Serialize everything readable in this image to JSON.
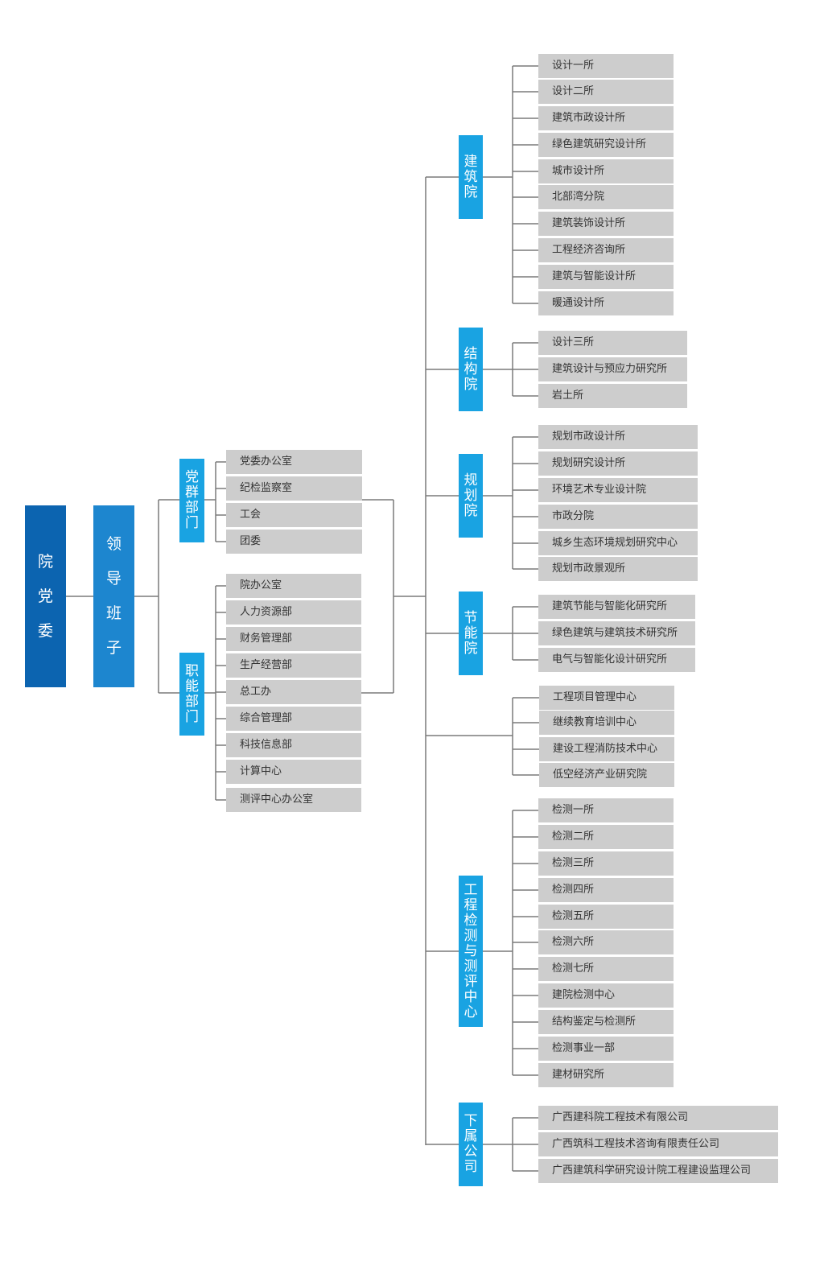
{
  "colors": {
    "dark_blue": "#0c64b0",
    "mid_blue": "#1d86cf",
    "light_blue": "#19a3e2",
    "item_bg": "#cdcdcd",
    "line": "#7a7a7a"
  },
  "root": "院党委",
  "leadership": "领导班子",
  "party_group": {
    "title": "党群部门",
    "items": [
      "党委办公室",
      "纪检监察室",
      "工会",
      "团委"
    ]
  },
  "functional": {
    "title": "职能部门",
    "items": [
      "院办公室",
      "人力资源部",
      "财务管理部",
      "生产经营部",
      "总工办",
      "综合管理部",
      "科技信息部",
      "计算中心",
      "测评中心办公室"
    ]
  },
  "branches": [
    {
      "title": "建筑院",
      "items": [
        "设计一所",
        "设计二所",
        "建筑市政设计所",
        "绿色建筑研究设计所",
        "城市设计所",
        "北部湾分院",
        "建筑装饰设计所",
        "工程经济咨询所",
        "建筑与智能设计所",
        "暖通设计所"
      ]
    },
    {
      "title": "结构院",
      "items": [
        "设计三所",
        "建筑设计与预应力研究所",
        "岩土所"
      ]
    },
    {
      "title": "规划院",
      "items": [
        "规划市政设计所",
        "规划研究设计所",
        "环境艺术专业设计院",
        "市政分院",
        "城乡生态环境规划研究中心",
        "规划市政景观所"
      ]
    },
    {
      "title": "节能院",
      "items": [
        "建筑节能与智能化研究所",
        "绿色建筑与建筑技术研究所",
        "电气与智能化设计研究所"
      ]
    },
    {
      "title": "",
      "items": [
        "工程项目管理中心",
        "继续教育培训中心",
        "建设工程消防技术中心",
        "低空经济产业研究院"
      ]
    },
    {
      "title": "工程检测与测评中心",
      "items": [
        "检测一所",
        "检测二所",
        "检测三所",
        "检测四所",
        "检测五所",
        "检测六所",
        "检测七所",
        "建院检测中心",
        "结构鉴定与检测所",
        "检测事业一部",
        "建材研究所"
      ]
    },
    {
      "title": "下属公司",
      "items": [
        "广西建科院工程技术有限公司",
        "广西筑科工程技术咨询有限责任公司",
        "广西建筑科学研究设计院工程建设监理公司"
      ]
    }
  ]
}
